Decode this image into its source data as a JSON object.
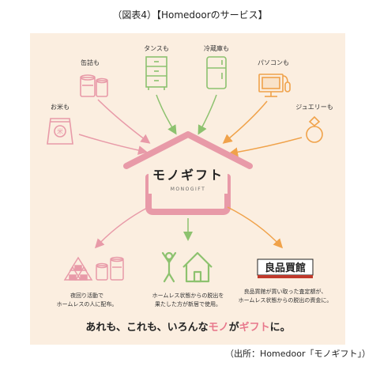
{
  "header": {
    "title": "（図表4）【Homedoorのサービス】"
  },
  "items": {
    "canned": "缶詰も",
    "tansu": "タンスも",
    "fridge": "冷蔵庫も",
    "pc": "パソコンも",
    "rice": "お米も",
    "jewelry": "ジュエリーも"
  },
  "logo": {
    "main": "モノギフト",
    "sub": "MONOGIFT"
  },
  "outcomes": {
    "left_line1": "夜回り活動で",
    "left_line2": "ホームレスの人に配布。",
    "mid_line1": "ホームレス状態からの脱出を",
    "mid_line2": "果たした方が新居で使用。",
    "right_brand": "良品買館",
    "right_line1": "良品買館が買い取った査定額が、",
    "right_line2": "ホームレス状態からの脱出の資金に。"
  },
  "tagline": {
    "p1": "あれも、これも、いろんな",
    "p2": "モノ",
    "p3": "が",
    "p4": "ギフト",
    "p5": "に。"
  },
  "footer": {
    "source": "（出所：Homedoor「モノギフト」）"
  },
  "colors": {
    "background": "#fbeee0",
    "pink": "#e89aa8",
    "green": "#8dc26f",
    "orange": "#f0a24a",
    "text": "#333333"
  }
}
